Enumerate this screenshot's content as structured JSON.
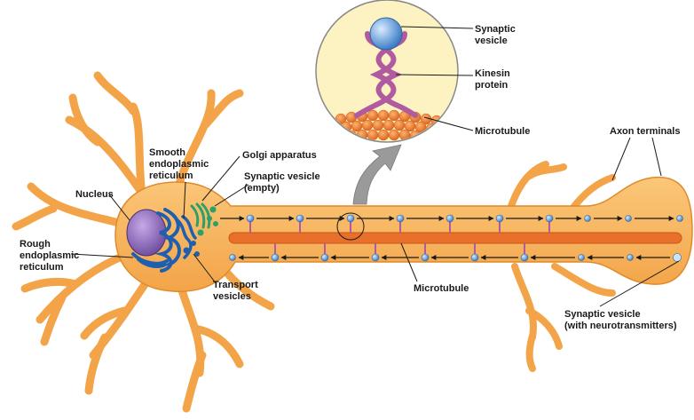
{
  "labels": {
    "synaptic_vesicle": [
      "Synaptic",
      "vesicle"
    ],
    "kinesin_protein": [
      "Kinesin",
      "protein"
    ],
    "microtubule_top": "Microtubule",
    "axon_terminals": "Axon terminals",
    "golgi_apparatus": "Golgi apparatus",
    "smooth_er": [
      "Smooth",
      "endoplasmic",
      "reticulum"
    ],
    "synaptic_vesicle_empty": [
      "Synaptic vesicle",
      "(empty)"
    ],
    "nucleus": "Nucleus",
    "rough_er": [
      "Rough",
      "endoplasmic",
      "reticulum"
    ],
    "transport_vesicles": [
      "Transport",
      "vesicles"
    ],
    "microtubule_bottom": "Microtubule",
    "synaptic_vesicle_nt": [
      "Synaptic vesicle",
      "(with neurotransmitters)"
    ]
  },
  "colors": {
    "neuron_body": "#f7b55c",
    "neuron_outline": "#e08a2a",
    "microtubule": "#e8702a",
    "vesicle": "#6fa8dc",
    "kinesin": "#b05aa0",
    "nucleus": "#8e6ab8",
    "er": "#1f5fb0",
    "golgi": "#2aa06a",
    "arrow": "#1a1a1a"
  }
}
